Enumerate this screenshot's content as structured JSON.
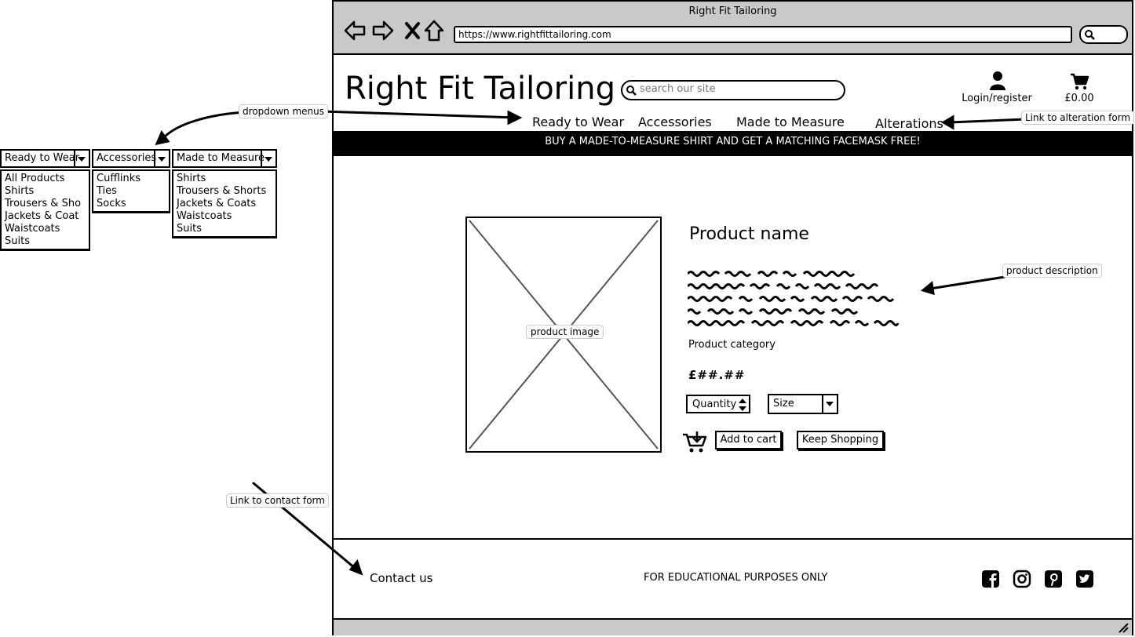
{
  "browser": {
    "title": "Right Fit Tailoring",
    "url": "https://www.rightfittailoring.com"
  },
  "header": {
    "site_title": "Right Fit Tailoring",
    "search_placeholder": "search our site",
    "login_label": "Login/register",
    "cart_total": "£0.00"
  },
  "nav": [
    "Ready to Wear",
    "Accessories",
    "Made to Measure",
    "Alterations"
  ],
  "banner": "BUY A MADE-TO-MEASURE SHIRT AND GET A MATCHING FACEMASK FREE!",
  "product": {
    "image_label": "product image",
    "name": "Product name",
    "category": "Product category",
    "price": "£##.##",
    "quantity_label": "Quantity",
    "size_label": "Size",
    "add_to_cart": "Add to cart",
    "keep_shopping": "Keep Shopping"
  },
  "footer": {
    "contact": "Contact us",
    "note": "FOR EDUCATIONAL PURPOSES ONLY",
    "social_icons": [
      "facebook-icon",
      "instagram-icon",
      "pinterest-icon",
      "twitter-icon"
    ]
  },
  "annotations": {
    "dropdown_menus": "dropdown menus",
    "alteration_link": "Link to alteration form",
    "product_description": "product description",
    "contact_link": "Link to contact form"
  },
  "dropdowns": [
    {
      "title": "Ready to Wear",
      "items": [
        "All Products",
        "Shirts",
        "Trousers & Sho",
        "Jackets & Coat",
        "Waistcoats",
        "Suits"
      ]
    },
    {
      "title": "Accessories",
      "items": [
        "Cufflinks",
        "Ties",
        "Socks"
      ]
    },
    {
      "title": "Made to Measure",
      "items": [
        "Shirts",
        "Trousers & Shorts",
        "Jackets & Coats",
        "Waistcoats",
        "Suits"
      ]
    }
  ]
}
